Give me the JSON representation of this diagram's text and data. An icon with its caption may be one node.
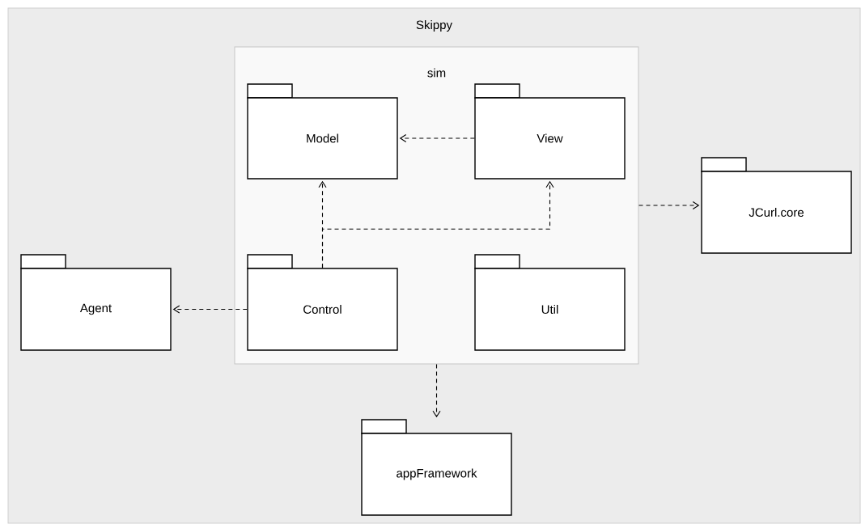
{
  "diagram": {
    "nodes": [
      {
        "text": [
          "Skippy"
        ]
      },
      {
        "text": [
          "sim"
        ],
        "in": 0
      },
      {
        "text": [
          "Model"
        ],
        "in": 1
      },
      {
        "text": [
          "View"
        ],
        "in": 1
      },
      {
        "text": [
          "JCurl.core"
        ],
        "in": 0
      },
      {
        "text": [
          "Agent"
        ],
        "in": 0
      },
      {
        "text": [
          "Control"
        ],
        "in": 1
      },
      {
        "text": [
          "Util"
        ],
        "in": 1
      },
      {
        "text": [
          "appFramework"
        ],
        "in": 0
      }
    ],
    "edges": [
      {
        "from": 3,
        "to": 2,
        "arrow": "to",
        "style": "dashed"
      },
      {
        "from": 6,
        "to": 2,
        "arrow": "to",
        "style": "dashed"
      },
      {
        "from": 6,
        "to": 3,
        "arrow": "to",
        "style": "dashed"
      },
      {
        "from": 1,
        "to": 4,
        "arrow": "to",
        "style": "dashed"
      },
      {
        "from": 6,
        "to": 5,
        "arrow": "to",
        "style": "dashed"
      },
      {
        "from": 1,
        "to": 8,
        "arrow": "to",
        "style": "dashed"
      }
    ]
  }
}
